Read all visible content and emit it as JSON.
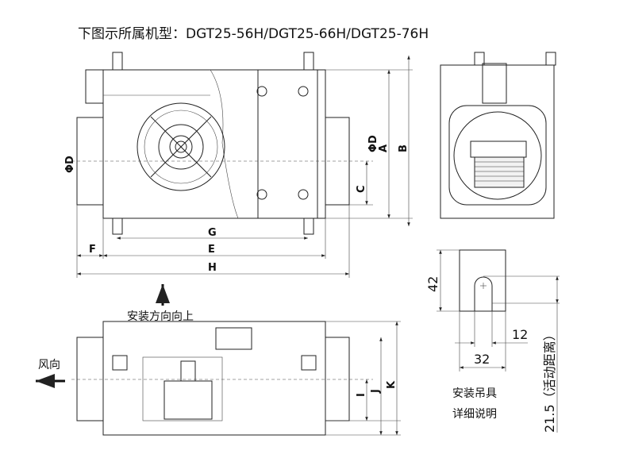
{
  "title": "下图示所属机型：DGT25-56H/DGT25-66H/DGT25-76H",
  "top_view": {
    "dims": {
      "A": "A",
      "B": "B",
      "C": "C",
      "D_left": "ΦD",
      "D_right": "ΦD",
      "E": "E",
      "F": "F",
      "G": "G",
      "H": "H"
    },
    "install_note": "安装方向向上"
  },
  "bottom_view": {
    "airflow_label": "风向",
    "dims": {
      "I": "I",
      "J": "J",
      "K": "K"
    }
  },
  "hanger_detail": {
    "dim_height": "42",
    "dim_slot": "12",
    "dim_width": "32",
    "dim_travel": "21.5（活动距离）",
    "caption_line1": "安装吊具",
    "caption_line2": "详细说明"
  }
}
